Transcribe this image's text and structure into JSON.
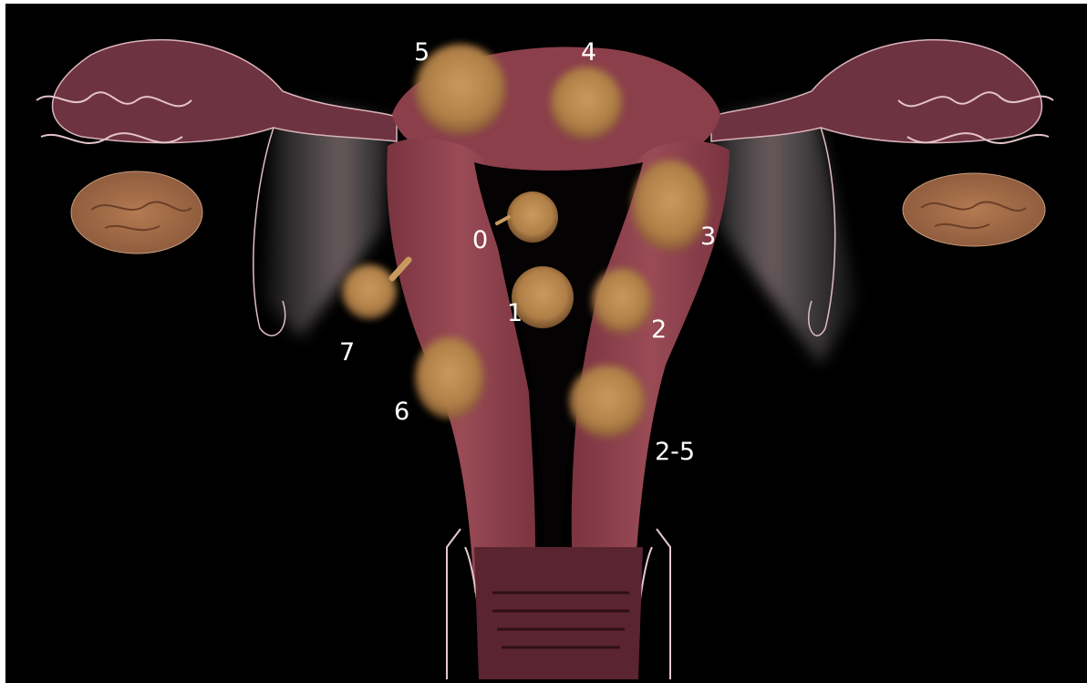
{
  "diagram": {
    "type": "anatomical-illustration",
    "colors": {
      "background": "#000000",
      "uterus": "#8a3f4a",
      "uterus_light": "#a9606a",
      "fibroid": "#b8874f",
      "ovary": "#a06e4a",
      "outline": "#e8c6cc",
      "label": "#ffffff"
    },
    "labels": [
      {
        "id": "label-0",
        "text": "0"
      },
      {
        "id": "label-1",
        "text": "1"
      },
      {
        "id": "label-2",
        "text": "2"
      },
      {
        "id": "label-2-5",
        "text": "2-5"
      },
      {
        "id": "label-3",
        "text": "3"
      },
      {
        "id": "label-4",
        "text": "4"
      },
      {
        "id": "label-5",
        "text": "5"
      },
      {
        "id": "label-6",
        "text": "6"
      },
      {
        "id": "label-7",
        "text": "7"
      }
    ]
  }
}
